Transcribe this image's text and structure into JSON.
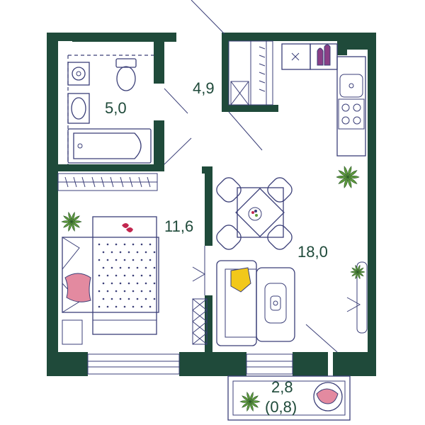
{
  "plan": {
    "rooms": [
      {
        "id": "bathroom",
        "area": "5,0"
      },
      {
        "id": "hallway",
        "area": "4,9"
      },
      {
        "id": "bedroom",
        "area": "11,6"
      },
      {
        "id": "kitchen_living",
        "area": "18,0"
      },
      {
        "id": "balcony",
        "area": "2,8",
        "reduced_area": "(0,8)"
      }
    ]
  },
  "colors": {
    "wall": "#1f4a3a",
    "furniture_line": "#3b3f78",
    "plant": "#5e9a3c",
    "pillow_pink": "#e38aa0",
    "pillow_yellow": "#f2c81a",
    "vase": "#8a3f86"
  }
}
